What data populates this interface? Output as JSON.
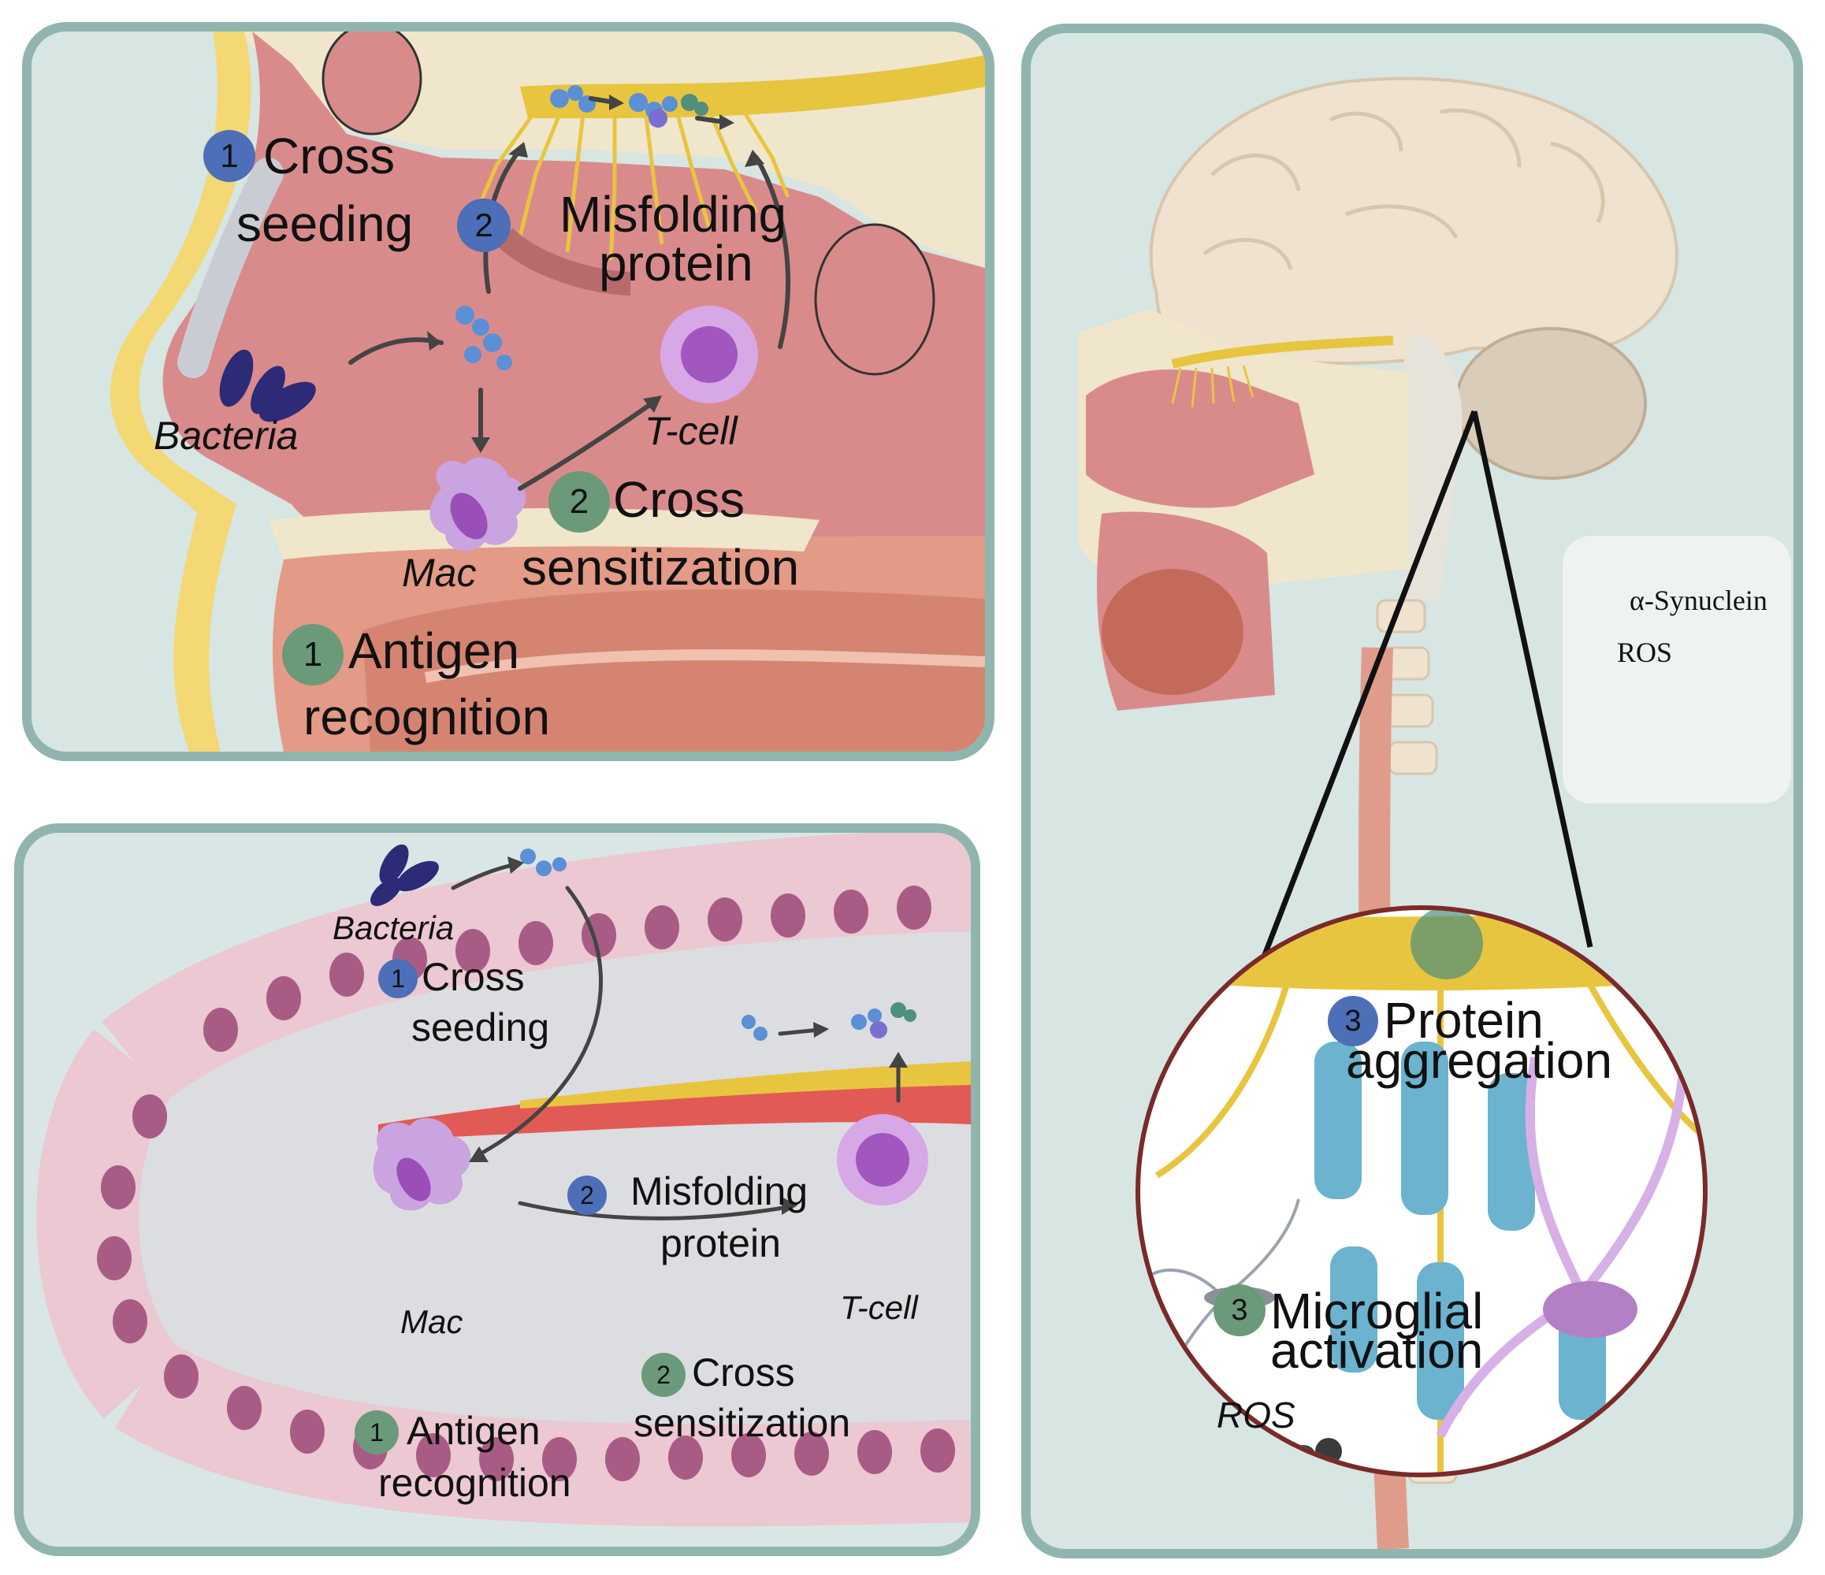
{
  "nose_panel": {
    "cross_seeding": {
      "number": "1",
      "line1": "Cross",
      "line2": "seeding"
    },
    "misfolding": {
      "number": "2",
      "line1": "Misfolding",
      "line2": "protein"
    },
    "bacteria": "Bacteria",
    "tcell": "T-cell",
    "mac": "Mac",
    "cross_sensitization": {
      "number": "2",
      "line1": "Cross",
      "line2": "sensitization"
    },
    "antigen": {
      "number": "1",
      "line1": "Antigen",
      "line2": "recognition"
    }
  },
  "gut_panel": {
    "bacteria": "Bacteria",
    "cross_seeding": {
      "number": "1",
      "line1": "Cross",
      "line2": "seeding"
    },
    "misfolding": {
      "number": "2",
      "line1": "Misfolding",
      "line2": "protein"
    },
    "mac": "Mac",
    "tcell": "T-cell",
    "cross_sensitization": {
      "number": "2",
      "line1": "Cross",
      "line2": "sensitization"
    },
    "antigen": {
      "number": "1",
      "line1": "Antigen",
      "line2": "recognition"
    }
  },
  "brain_panel": {
    "legend": {
      "alpha_synuclein": "α-Synuclein",
      "ros": "ROS"
    },
    "protein_aggregation": {
      "number": "3",
      "line1": "Protein",
      "line2": "aggregation"
    },
    "microglial_activation": {
      "number": "3",
      "line1": "Microglial",
      "line2": "activation"
    },
    "ros_label": "ROS"
  },
  "colors": {
    "panel_border": "#8fb5ae",
    "panel_bg": "#d7e5e3",
    "badge_blue": "#4c6fb8",
    "badge_green": "#6a9a7a",
    "tissue_pink": "#d98b8b",
    "bone": "#efe6cc",
    "nerve_yellow": "#e8c53f",
    "brain": "#efe2cf",
    "circle_rim": "#7a2a2a"
  }
}
